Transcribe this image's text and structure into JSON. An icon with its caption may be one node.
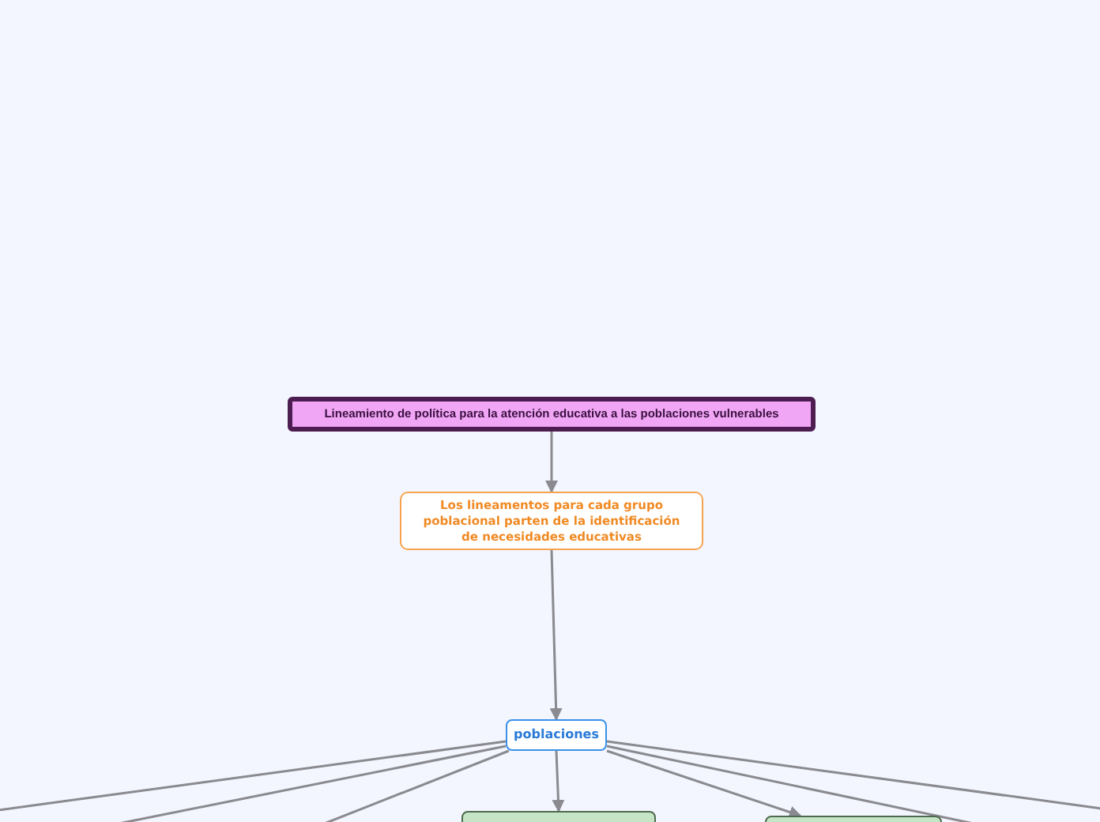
{
  "diagram": {
    "nodes": [
      {
        "text": [
          "Lineamiento de política para la atención educativa a las poblaciones vulnerables"
        ]
      },
      {
        "text": [
          "Los lineamentos para cada grupo poblacional parten de la identificación de necesidades educativas"
        ]
      },
      {
        "text": [
          "poblaciones"
        ]
      },
      {
        "text": [],
        "shape": "box"
      },
      {
        "text": [],
        "shape": "box"
      }
    ],
    "edges": [
      {
        "from": 0,
        "to": 1,
        "arrow": "to"
      },
      {
        "from": 1,
        "to": 2,
        "arrow": "to"
      },
      {
        "from": 2,
        "to": null,
        "arrow": "none"
      },
      {
        "from": 2,
        "to": null,
        "arrow": "none"
      },
      {
        "from": 2,
        "to": null,
        "arrow": "none"
      },
      {
        "from": 2,
        "to": 3,
        "arrow": "to"
      },
      {
        "from": 2,
        "to": 4,
        "arrow": "to"
      },
      {
        "from": 2,
        "to": null,
        "arrow": "none"
      },
      {
        "from": 2,
        "to": null,
        "arrow": "none"
      }
    ]
  }
}
